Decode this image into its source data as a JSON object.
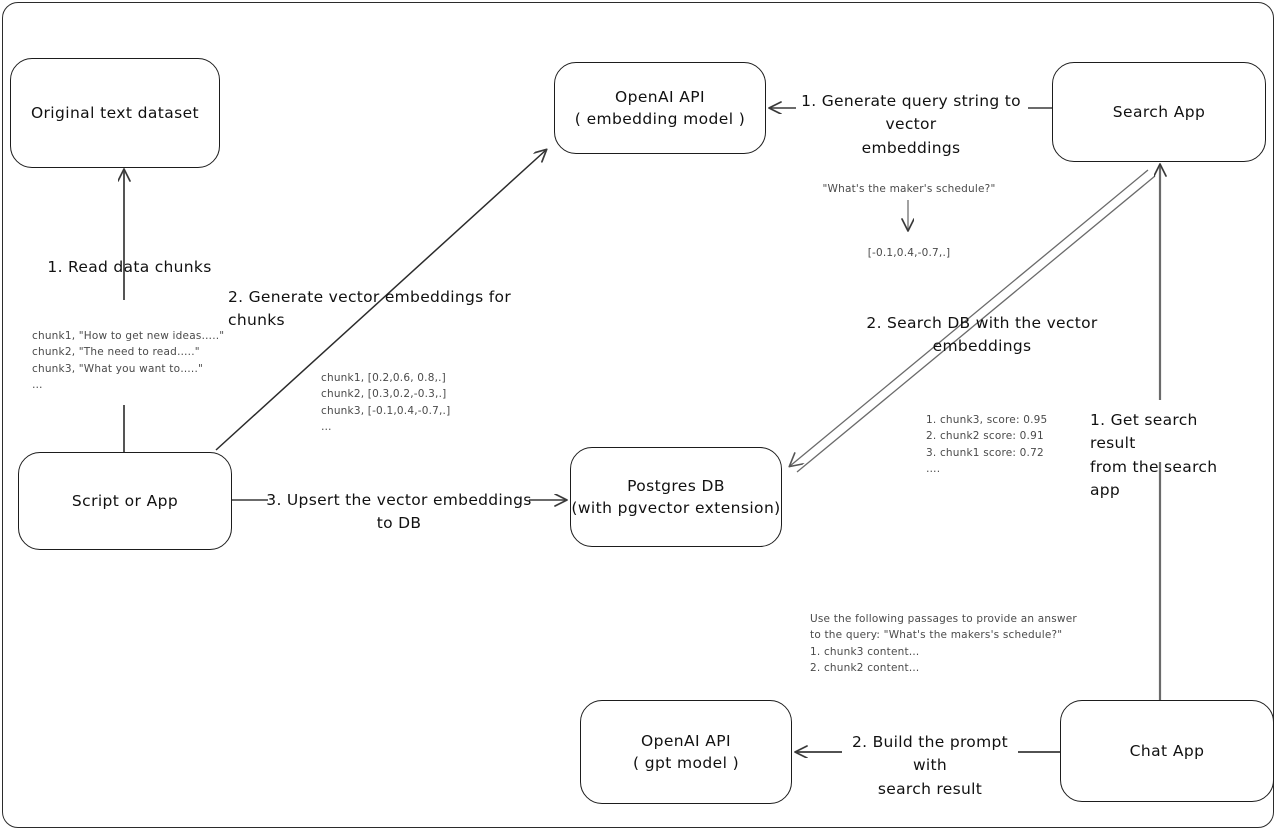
{
  "diagram": {
    "title": "RAG pipeline with pgvector",
    "background": "#ffffff",
    "stroke": "#1d1d1d",
    "note_color": "#4a4a4a"
  },
  "nodes": {
    "original_dataset": {
      "label": "Original text dataset"
    },
    "script_or_app": {
      "label": "Script or App"
    },
    "openai_embedding": {
      "line1": "OpenAI API",
      "line2": "( embedding model )"
    },
    "postgres_db": {
      "line1": "Postgres DB",
      "line2": "(with pgvector extension)"
    },
    "search_app": {
      "label": "Search App"
    },
    "chat_app": {
      "label": "Chat App"
    },
    "openai_gpt": {
      "line1": "OpenAI API",
      "line2": "( gpt model )"
    }
  },
  "edge_labels": {
    "read_chunks": "1. Read data chunks",
    "generate_embeddings": "2. Generate vector embeddings for chunks",
    "upsert": "3. Upsert the vector embeddings  to DB",
    "generate_query_embeddings": "1. Generate query string to vector\nembeddings",
    "search_db": "2. Search DB with the vector embeddings",
    "get_search_result": "1. Get search result\nfrom the search app",
    "build_prompt": "2. Build the prompt with\nsearch result"
  },
  "annotations": {
    "chunks_text": "chunk1, \"How to get new ideas…..\"\nchunk2, \"The need to read…..\"\nchunk3, \"What you want to…..\"\n…",
    "chunk_vectors": "chunk1, [0.2,0.6, 0.8,.]\nchunk2, [0.3,0.2,-0.3,.]\nchunk3, [-0.1,0.4,-0.7,.]\n…",
    "query_string": "\"What's the maker's schedule?\"",
    "query_vector": "[-0.1,0.4,-0.7,.]",
    "search_results": "1. chunk3, score: 0.95\n2. chunk2 score: 0.91\n3. chunk1 score: 0.72\n….",
    "prompt_text": "Use the following passages to provide an answer\nto the query: \"What's the makers's schedule?\"\n1. chunk3 content…\n2. chunk2 content…"
  }
}
